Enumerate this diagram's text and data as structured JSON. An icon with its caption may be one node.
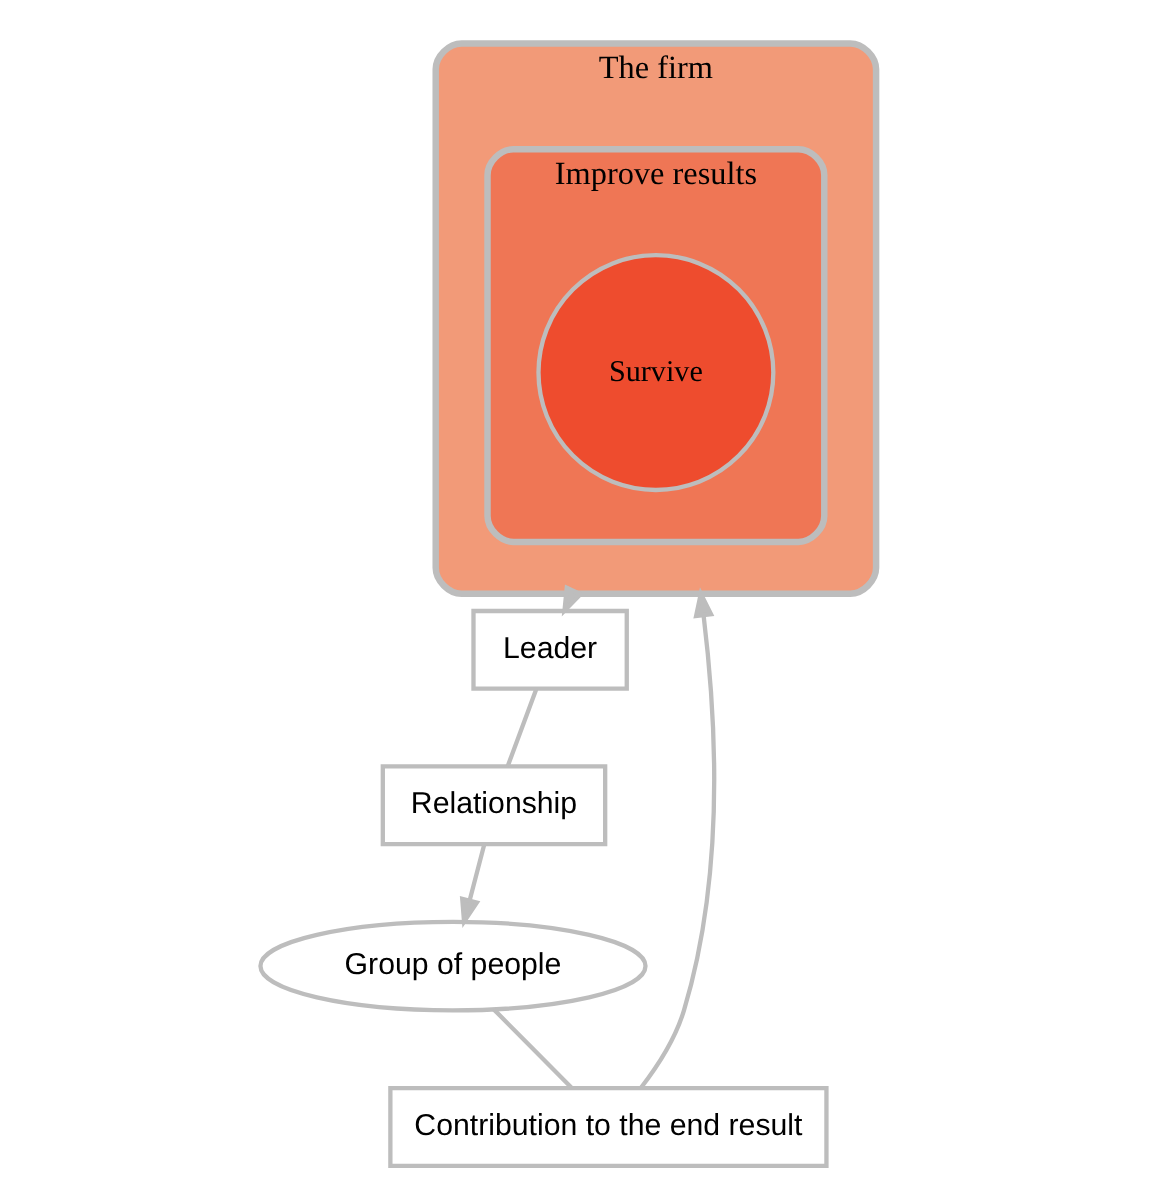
{
  "diagram": {
    "nodes": [
      {
        "text": [
          "The firm"
        ]
      },
      {
        "text": [
          "Improve results"
        ],
        "in": 0
      },
      {
        "text": [
          "Survive"
        ],
        "in": 1
      },
      {
        "text": [
          "Leader"
        ]
      },
      {
        "text": [
          "Relationship"
        ]
      },
      {
        "text": [
          "Group of people"
        ]
      },
      {
        "text": [
          "Contribution to the end result"
        ]
      }
    ],
    "edges": [
      {
        "from": 0,
        "to": 3,
        "arrow": "to"
      },
      {
        "from": 3,
        "to": 4,
        "arrow": "none"
      },
      {
        "from": 4,
        "to": 5,
        "arrow": "to"
      },
      {
        "from": 5,
        "to": 6,
        "arrow": "none"
      },
      {
        "from": 6,
        "to": 0,
        "arrow": "to"
      }
    ]
  }
}
